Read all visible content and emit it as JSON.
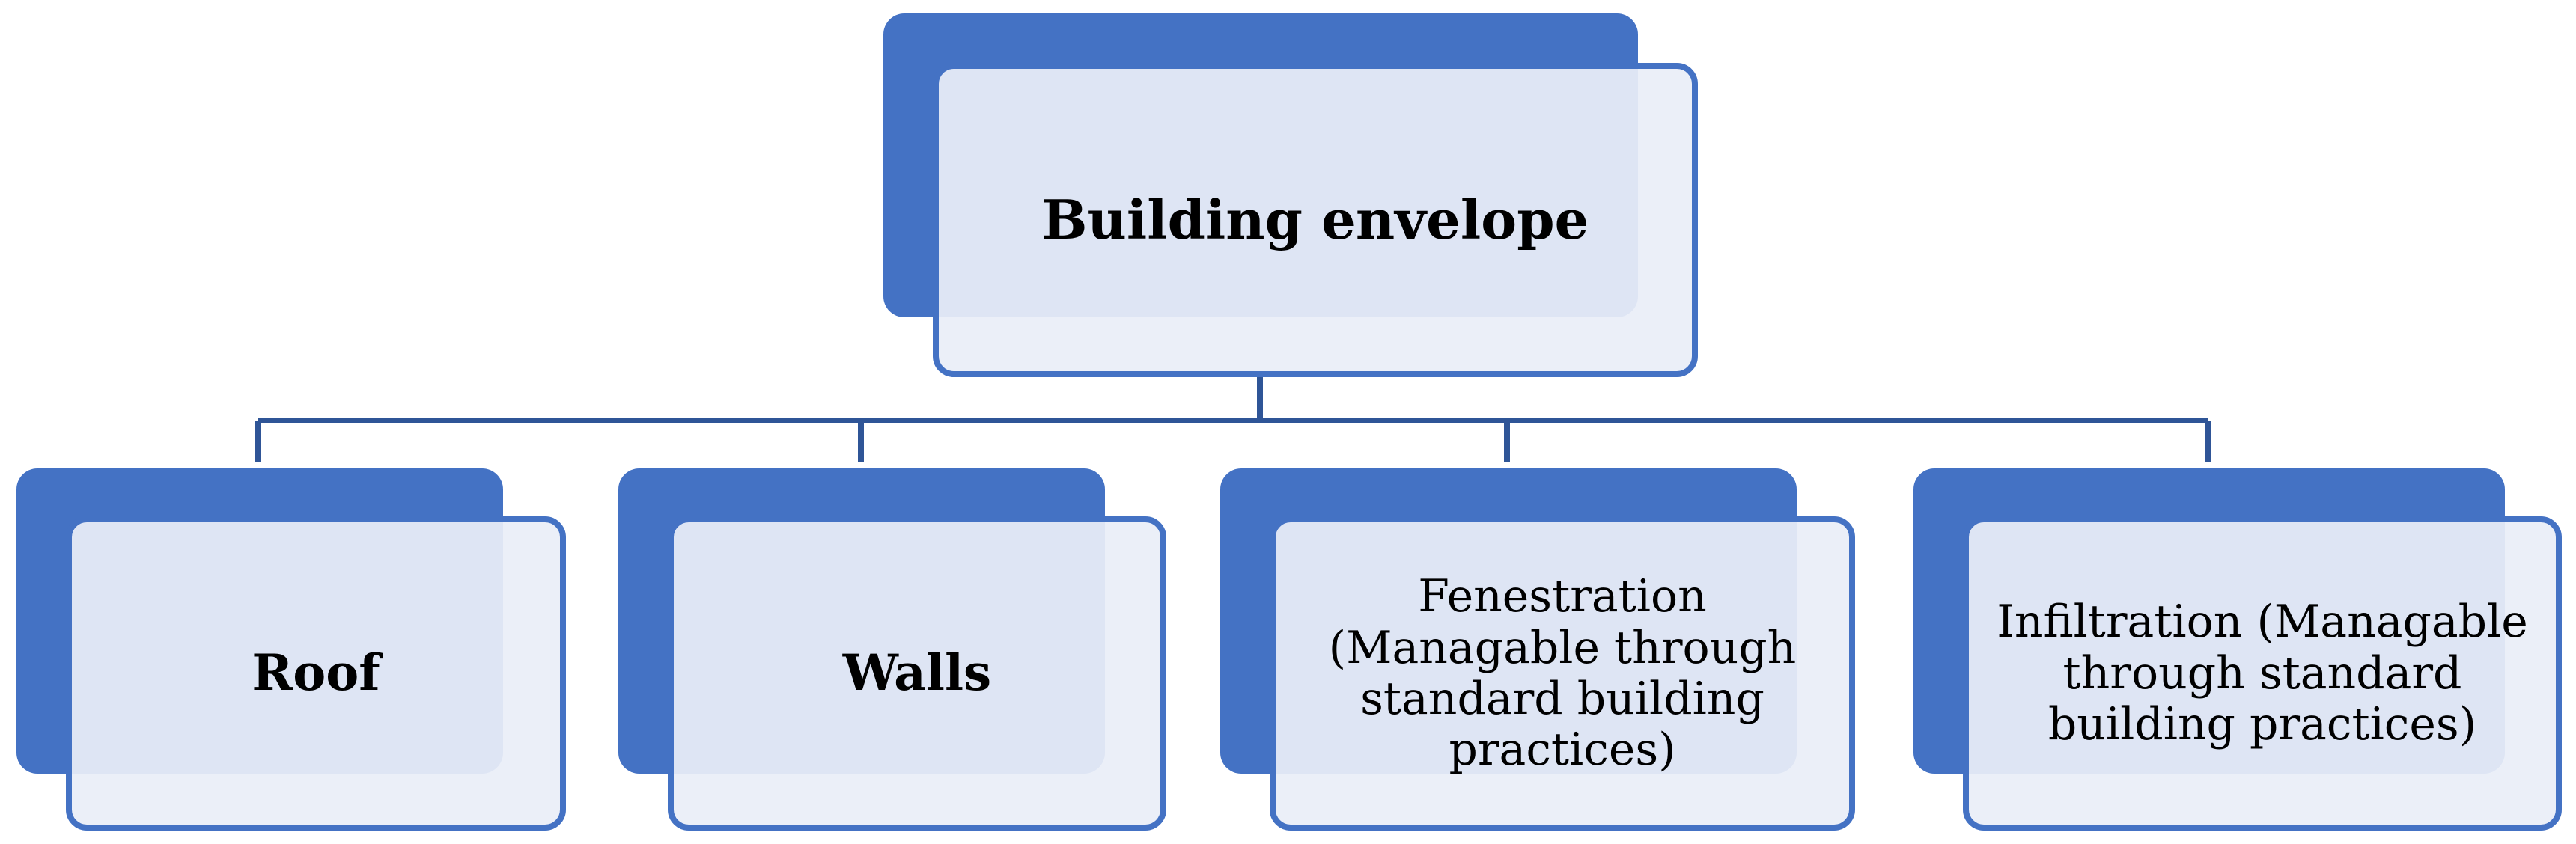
{
  "diagram": {
    "root": {
      "label": "Building envelope"
    },
    "children": [
      {
        "label": "Roof"
      },
      {
        "label": "Walls"
      },
      {
        "label": "Fenestration (Managable through standard building practices)"
      },
      {
        "label": "Infiltration (Managable through standard building practices)"
      }
    ]
  },
  "colors": {
    "accent": "#4472c4",
    "box_fill": "#e9eef8",
    "connector": "#2f5597",
    "text": "#000000"
  }
}
